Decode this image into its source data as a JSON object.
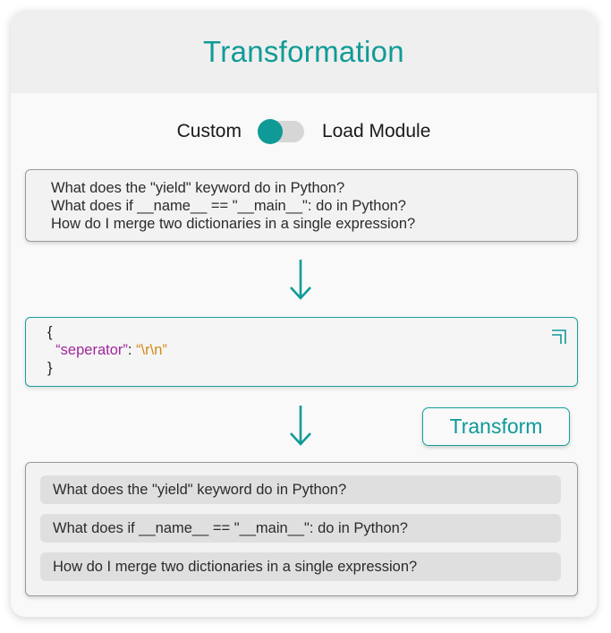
{
  "header": {
    "title": "Transformation"
  },
  "mode": {
    "left_label": "Custom",
    "right_label": "Load Module",
    "selected": "Custom"
  },
  "input": {
    "lines": [
      "What does the \"yield\" keyword do in Python?",
      "What does if __name__ == \"__main__\": do in Python?",
      "How do I merge two dictionaries in a single expression?"
    ]
  },
  "config": {
    "open_brace": "{",
    "key": "“seperator”",
    "colon": ": ",
    "value": "“\\r\\n”",
    "close_brace": "}"
  },
  "actions": {
    "transform_label": "Transform"
  },
  "output": {
    "items": [
      "What does the \"yield\" keyword do in Python?",
      "What does if __name__ == \"__main__\": do in Python?",
      "How do I merge two dictionaries in a single expression?"
    ]
  },
  "icons": {
    "arrow": "arrow-down-icon",
    "expand": "expand-icon"
  },
  "colors": {
    "accent": "#0f9a97",
    "key": "#a0289c",
    "value": "#d38a12"
  }
}
